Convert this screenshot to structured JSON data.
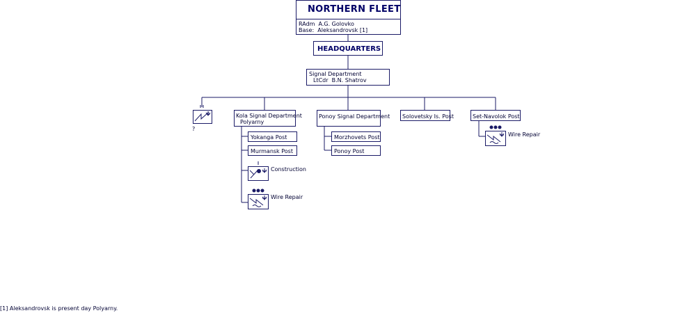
{
  "fleet": {
    "title": "NORTHERN FLEET",
    "commander": "RAdm  A.G. Golovko",
    "base": "Base:  Aleksandrovsk [1]"
  },
  "hq": {
    "label": "HEADQUARTERS"
  },
  "signal_dept": {
    "line1": "Signal Department",
    "line2": "LtCdr  B.N. Shatrov"
  },
  "unknown_unit": {
    "label": "?"
  },
  "kola": {
    "line1": "Kola Signal Department",
    "line2": "Polyarny",
    "posts": [
      "Yokanga Post",
      "Murmansk Post"
    ],
    "construction_label": "Construction",
    "wire_repair_label": "Wire Repair"
  },
  "ponoy": {
    "label": "Ponoy Signal Department",
    "posts": [
      "Morzhovets Post",
      "Ponoy Post"
    ]
  },
  "solovetsky": {
    "label": "Solovetsky Is. Post"
  },
  "setnavolok": {
    "label": "Set-Navolok Post",
    "wire_repair_label": "Wire Repair"
  },
  "footnote": "[1] Aleksandrovsk is present day Polyarny.",
  "colors": {
    "line": "#1a1a66",
    "text": "#000044"
  }
}
